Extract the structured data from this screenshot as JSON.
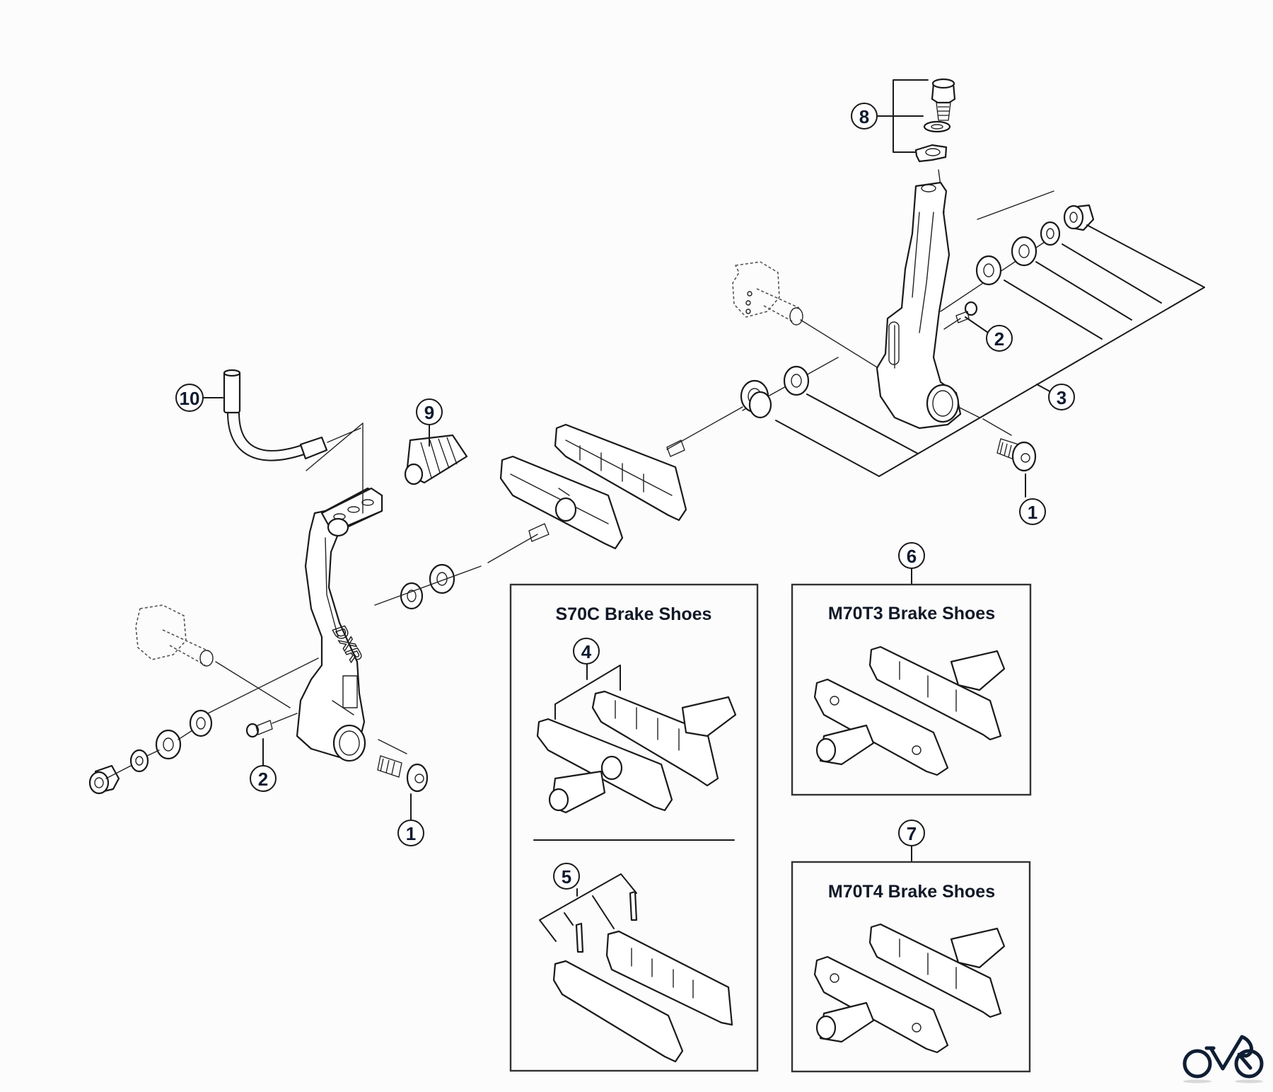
{
  "diagram": {
    "title": "Brake caliper exploded parts diagram",
    "background": "#fcfcfc",
    "callouts": [
      {
        "id": "callout-1-right",
        "label": "1",
        "part": "Arm fixing bolt"
      },
      {
        "id": "callout-2-right",
        "label": "2",
        "part": "Spring adjusting screw"
      },
      {
        "id": "callout-3",
        "label": "3",
        "part": "Arm unit"
      },
      {
        "id": "callout-8",
        "label": "8",
        "part": "Cable fixing bolt unit"
      },
      {
        "id": "callout-10",
        "label": "10",
        "part": "Inner lead unit"
      },
      {
        "id": "callout-9",
        "label": "9",
        "part": "Boot"
      },
      {
        "id": "callout-2-left",
        "label": "2",
        "part": "Spring adjusting screw"
      },
      {
        "id": "callout-1-left",
        "label": "1",
        "part": "Arm fixing bolt"
      },
      {
        "id": "callout-4",
        "label": "4",
        "part": "S70C brake shoe set"
      },
      {
        "id": "callout-5",
        "label": "5",
        "part": "S70C cartridge inserts"
      },
      {
        "id": "callout-6",
        "label": "6",
        "part": "M70T3 brake shoe set"
      },
      {
        "id": "callout-7",
        "label": "7",
        "part": "M70T4 brake shoe set"
      }
    ],
    "boxes": [
      {
        "id": "s70c",
        "title": "S70C Brake Shoes"
      },
      {
        "id": "m70t3",
        "title": "M70T3 Brake Shoes"
      },
      {
        "id": "m70t4",
        "title": "M70T4 Brake Shoes"
      }
    ],
    "arm_logo_text": "DXR",
    "brand_logo": {
      "icon": "bicycle-logo-icon",
      "color": "#0f1e33"
    }
  }
}
